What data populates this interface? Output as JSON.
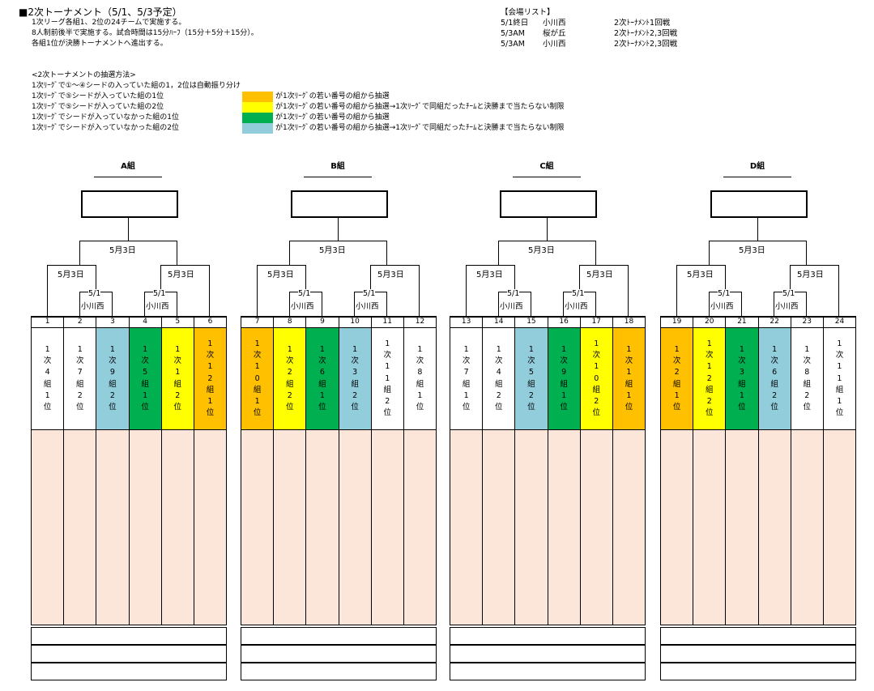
{
  "header": {
    "title": "■2次トーナメント（5/1、5/3予定）",
    "lines": [
      "1次リーグ各組1、2位の24チームで実施する。",
      "8人制前後半で実施する。試合時間は15分ﾊｰﾌ（15分＋5分＋15分）。",
      "各組1位が決勝トーナメントへ進出する。"
    ]
  },
  "venue": {
    "title": "【会場リスト】",
    "rows": [
      {
        "date": "5/1終日",
        "place": "小川西",
        "round": "2次ﾄｰﾅﾒﾝﾄ1回戦"
      },
      {
        "date": "5/3AM",
        "place": "桜が丘",
        "round": "2次ﾄｰﾅﾒﾝﾄ2,3回戦"
      },
      {
        "date": "5/3AM",
        "place": "小川西",
        "round": "2次ﾄｰﾅﾒﾝﾄ2,3回戦"
      }
    ]
  },
  "method": {
    "title": "<2次トーナメントの抽選方法>",
    "line0": "1次ﾘｰｸﾞで①～④シードの入っていた組の1，2位は自動振り分け",
    "rows": [
      {
        "label": "1次ﾘｰｸﾞで⑤シードが入っていた組の1位",
        "color": "#ffc000",
        "desc": "が1次ﾘｰｸﾞの若い番号の組から抽選"
      },
      {
        "label": "1次ﾘｰｸﾞで⑤シードが入っていた組の2位",
        "color": "#ffff00",
        "desc": "が1次ﾘｰｸﾞの若い番号の組から抽選→1次ﾘｰｸﾞで同組だったﾁｰﾑと決勝まで当たらない制限"
      },
      {
        "label": "1次ﾘｰｸﾞでシードが入っていなかった組の1位",
        "color": "#00b050",
        "desc": "が1次ﾘｰｸﾞの若い番号の組から抽選"
      },
      {
        "label": "1次ﾘｰｸﾞでシードが入っていなかった組の2位",
        "color": "#92cddc",
        "desc": "が1次ﾘｰｸﾞの若い番号の組から抽選→1次ﾘｰｸﾞで同組だったﾁｰﾑと決勝まで当たらない制限"
      }
    ]
  },
  "bracket_labels": {
    "final_date": "5月3日",
    "semi_date": "5月3日",
    "first_date": "5/1",
    "first_place": "小川西"
  },
  "groups": [
    {
      "name": "A組",
      "slots": [
        {
          "num": "1",
          "text": "1次4組1位",
          "color": "#ffffff"
        },
        {
          "num": "2",
          "text": "1次7組2位",
          "color": "#ffffff"
        },
        {
          "num": "3",
          "text": "1次9組2位",
          "color": "#92cddc"
        },
        {
          "num": "4",
          "text": "1次5組1位",
          "color": "#00b050"
        },
        {
          "num": "5",
          "text": "1次1組2位",
          "color": "#ffff00"
        },
        {
          "num": "6",
          "text": "1次12組1位",
          "color": "#ffc000"
        }
      ]
    },
    {
      "name": "B組",
      "slots": [
        {
          "num": "7",
          "text": "1次10組1位",
          "color": "#ffc000"
        },
        {
          "num": "8",
          "text": "1次2組2位",
          "color": "#ffff00"
        },
        {
          "num": "9",
          "text": "1次6組1位",
          "color": "#00b050"
        },
        {
          "num": "10",
          "text": "1次3組2位",
          "color": "#92cddc"
        },
        {
          "num": "11",
          "text": "1次11組2位",
          "color": "#ffffff"
        },
        {
          "num": "12",
          "text": "1次8組1位",
          "color": "#ffffff"
        }
      ]
    },
    {
      "name": "C組",
      "slots": [
        {
          "num": "13",
          "text": "1次7組1位",
          "color": "#ffffff"
        },
        {
          "num": "14",
          "text": "1次4組2位",
          "color": "#ffffff"
        },
        {
          "num": "15",
          "text": "1次5組2位",
          "color": "#92cddc"
        },
        {
          "num": "16",
          "text": "1次9組1位",
          "color": "#00b050"
        },
        {
          "num": "17",
          "text": "1次10組2位",
          "color": "#ffff00"
        },
        {
          "num": "18",
          "text": "1次1組1位",
          "color": "#ffc000"
        }
      ]
    },
    {
      "name": "D組",
      "slots": [
        {
          "num": "19",
          "text": "1次2組1位",
          "color": "#ffc000"
        },
        {
          "num": "20",
          "text": "1次12組2位",
          "color": "#ffff00"
        },
        {
          "num": "21",
          "text": "1次3組1位",
          "color": "#00b050"
        },
        {
          "num": "22",
          "text": "1次6組2位",
          "color": "#92cddc"
        },
        {
          "num": "23",
          "text": "1次8組2位",
          "color": "#ffffff"
        },
        {
          "num": "24",
          "text": "1次11組1位",
          "color": "#ffffff"
        }
      ]
    }
  ]
}
